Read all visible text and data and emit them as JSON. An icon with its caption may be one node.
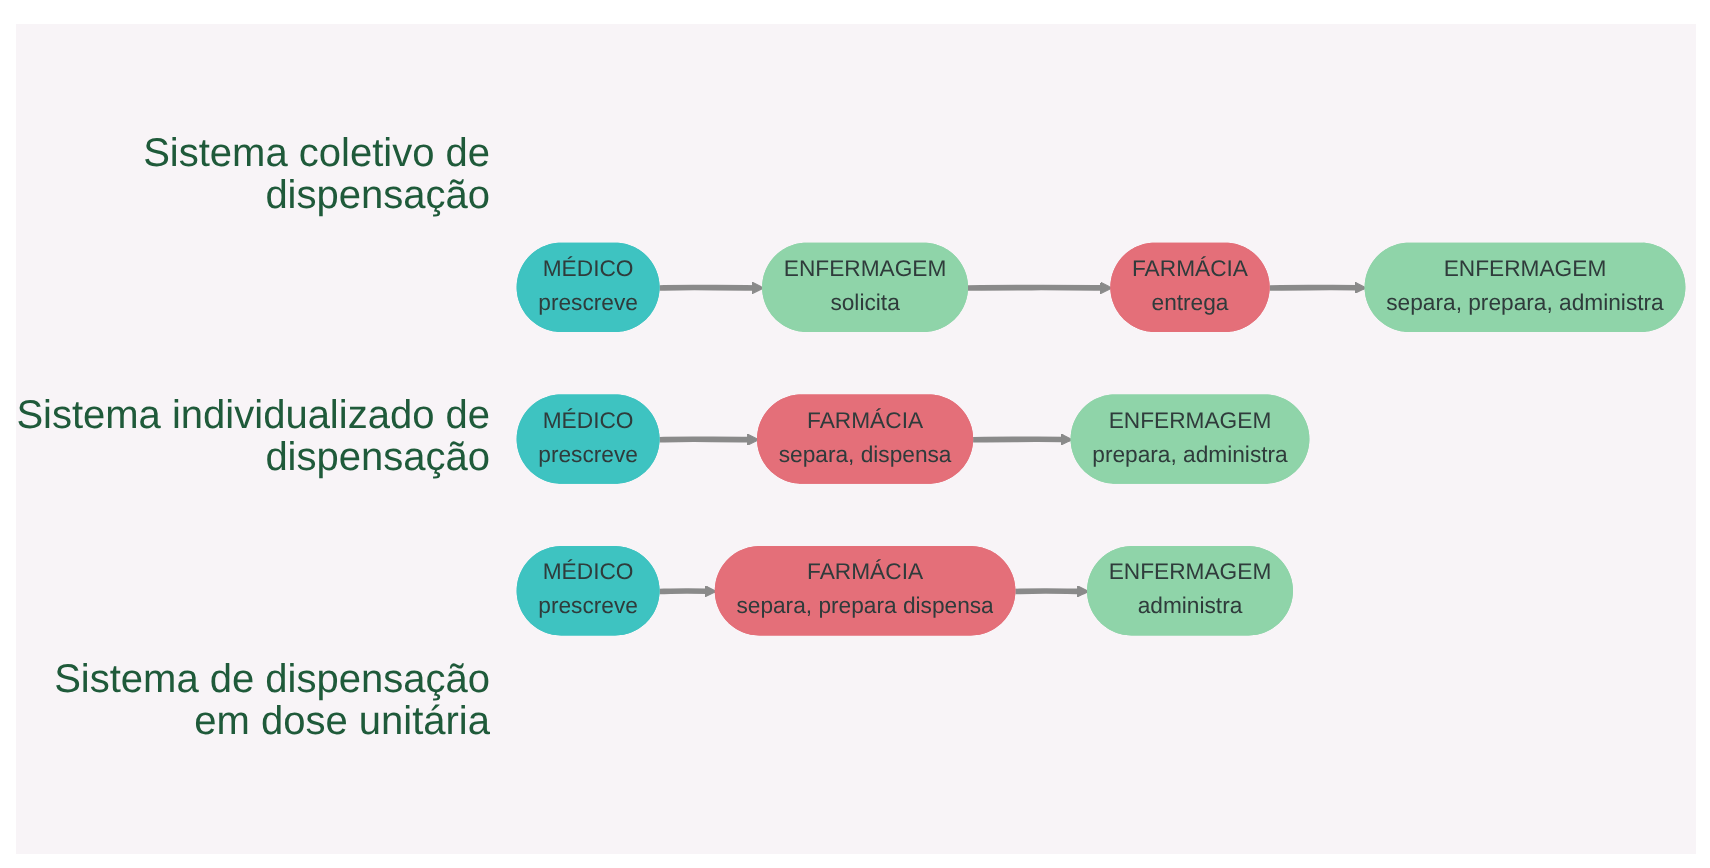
{
  "diagram": {
    "nodes": [
      {
        "text": [
          "MÉDICO",
          "prescreve"
        ]
      },
      {
        "text": [
          "ENFERMAGEM",
          "solicita"
        ]
      },
      {
        "text": [
          "FARMÁCIA",
          "entrega"
        ]
      },
      {
        "text": [
          "ENFERMAGEM",
          "separa, prepara, administra"
        ]
      },
      {
        "text": [
          "MÉDICO",
          "prescreve"
        ]
      },
      {
        "text": [
          "FARMÁCIA",
          "separa, dispensa"
        ]
      },
      {
        "text": [
          "ENFERMAGEM",
          "prepara, administra"
        ]
      },
      {
        "text": [
          "MÉDICO",
          "prescreve"
        ]
      },
      {
        "text": [
          "FARMÁCIA",
          "separa, prepara dispensa"
        ]
      },
      {
        "text": [
          "ENFERMAGEM",
          "administra"
        ]
      }
    ],
    "edges": [
      {
        "from": 0,
        "to": 1,
        "arrow": "to"
      },
      {
        "from": 1,
        "to": 2,
        "arrow": "to"
      },
      {
        "from": 2,
        "to": 3,
        "arrow": "to"
      },
      {
        "from": 4,
        "to": 5,
        "arrow": "to"
      },
      {
        "from": 5,
        "to": 6,
        "arrow": "to"
      },
      {
        "from": 7,
        "to": 8,
        "arrow": "to"
      },
      {
        "from": 8,
        "to": 9,
        "arrow": "to"
      }
    ],
    "labels": [
      "Sistema coletivo de dispensação",
      "Sistema individualizado de dispensação",
      "Sistema de dispensação em dose unitária"
    ]
  }
}
